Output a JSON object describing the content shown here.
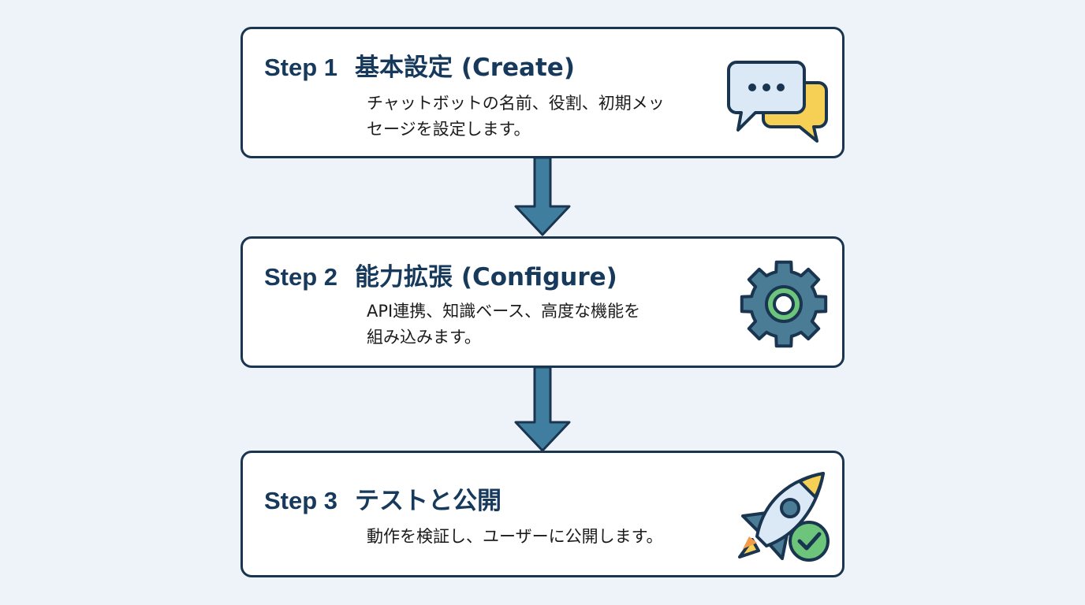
{
  "steps": [
    {
      "number": "Step 1",
      "name": "基本設定 (Create)",
      "desc_line1": "チャットボットの名前、役割、初期メッ",
      "desc_line2": "セージを設定します。",
      "icon": "chat-bubbles-icon"
    },
    {
      "number": "Step 2",
      "name": "能力拡張 (Configure)",
      "desc_line1": "API連携、知識ベース、高度な機能を",
      "desc_line2": "組み込みます。",
      "icon": "gear-icon"
    },
    {
      "number": "Step 3",
      "name": "テストと公開",
      "desc_line1": "動作を検証し、ユーザーに公開します。",
      "icon": "rocket-check-icon"
    }
  ],
  "colors": {
    "background": "#eef3f9",
    "card_border": "#1a3550",
    "title": "#173a5c",
    "arrow_fill": "#3f7e9e",
    "arrow_stroke": "#1a3550",
    "accent_blue": "#dbe9f7",
    "accent_yellow": "#f6cf55",
    "accent_green": "#6cc57a",
    "gear_fill": "#4a7c96"
  }
}
